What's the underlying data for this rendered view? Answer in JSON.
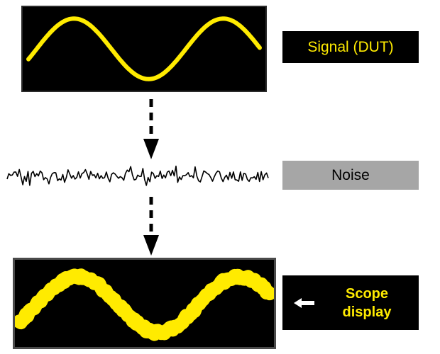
{
  "labels": {
    "signal": "Signal (DUT)",
    "noise": "Noise",
    "scope_line1": "Scope",
    "scope_line2": "display"
  },
  "colors": {
    "waveform_yellow": "#FFEB00",
    "scope_background": "#000000",
    "signal_label_background": "#000000",
    "noise_label_background": "#A6A6A6",
    "noise_waveform": "#000000",
    "flow_arrow": "#000000",
    "scope_pointer_arrow": "#FFFFFF",
    "page_background": "#FFFFFF"
  },
  "waves": {
    "signal": {
      "description": "clean sine wave on oscilloscope screen",
      "cycles": 1.55,
      "phase": -0.35,
      "amplitude": 42,
      "stroke": 6
    },
    "noise": {
      "description": "random noise trace",
      "base_amplitude": 4,
      "peak_amplitude": 19,
      "stroke": 1.6
    },
    "scope_output": {
      "description": "thick noisy sine wave (signal plus noise) on scope display",
      "cycles": 1.55,
      "phase": -0.7,
      "amplitude": 39,
      "stroke": 19,
      "jitter": 6
    }
  },
  "icons": {
    "down_arrow": "dashed-down-arrow",
    "left_arrow": "white-left-arrow"
  }
}
